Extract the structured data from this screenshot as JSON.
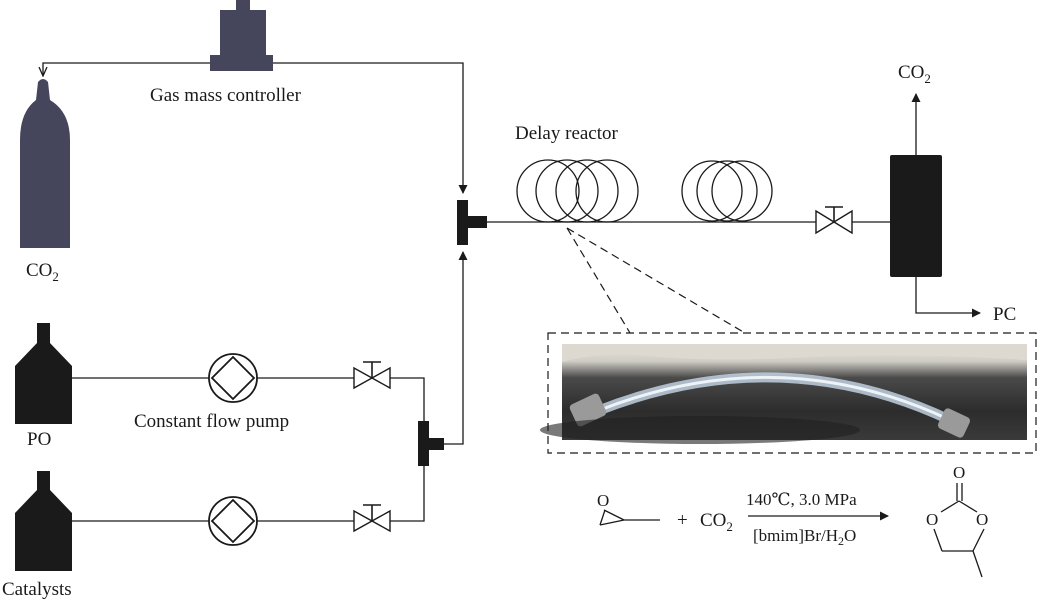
{
  "labels": {
    "gas_controller": "Gas mass controller",
    "co2_cylinder": "CO",
    "co2_cylinder_sub": "2",
    "delay_reactor": "Delay reactor",
    "co2_out": "CO",
    "co2_out_sub": "2",
    "pc_out": "PC",
    "pump": "Constant flow pump",
    "po": "PO",
    "catalysts": "Catalysts"
  },
  "reaction": {
    "plus": "+",
    "co2": "CO",
    "co2_sub": "2",
    "condition_top": "140℃, 3.0 MPa",
    "condition_bottom_a": "[bmim]Br/H",
    "condition_bottom_sub": "2",
    "condition_bottom_b": "O",
    "atom_o_epoxide": "O",
    "atom_o_carbonyl": "O",
    "atom_o_ring_left": "O",
    "atom_o_ring_right": "O"
  },
  "colors": {
    "line": "#1a1a1a",
    "gas_equipment": "#45465c",
    "liquid_equipment": "#1a1a1a"
  },
  "icons": {
    "pump": "circle-diamond-pump-icon",
    "valve": "bowtie-valve-icon",
    "reactor": "coil-icon"
  }
}
